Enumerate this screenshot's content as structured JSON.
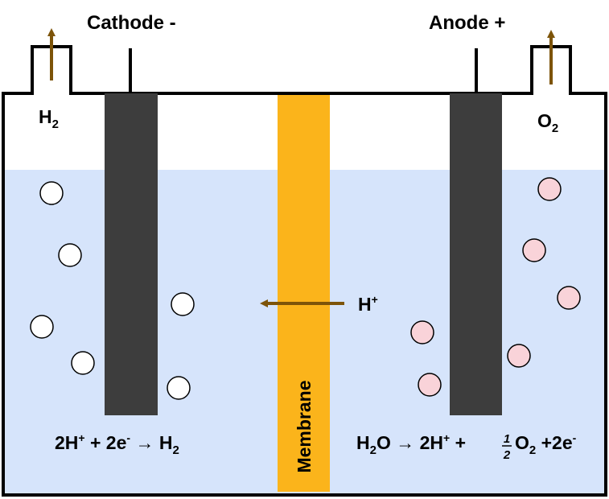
{
  "labels": {
    "cathode": "Cathode -",
    "anode": "Anode +",
    "h2_outlet_main": "H",
    "h2_outlet_sub": "2",
    "o2_outlet_main": "O",
    "o2_outlet_sub": "2",
    "proton_main": "H",
    "proton_sup": "+",
    "membrane": "Membrane"
  },
  "reactions": {
    "cathode": {
      "p1": "2H",
      "p1_sup": "+",
      "p2": " + 2e",
      "p2_sup": "-",
      "arrow": " → H",
      "p3_sub": "2"
    },
    "anode": {
      "p1": "H",
      "p1_sub": "2",
      "p2": "O → 2H",
      "p2_sup": "+",
      "p3": " + ",
      "frac_num": "1",
      "frac_den": "2",
      "p4": "O",
      "p4_sub": "2",
      "p5": " +2e",
      "p5_sup": "-"
    }
  },
  "colors": {
    "electrolyte": "#d6e4fb",
    "electrode": "#3d3d3d",
    "membrane": "#fbb41b",
    "arrow": "#7d5409",
    "h2_bubble": "#ffffff",
    "o2_bubble": "#f9d3d9",
    "outline": "#000000"
  }
}
